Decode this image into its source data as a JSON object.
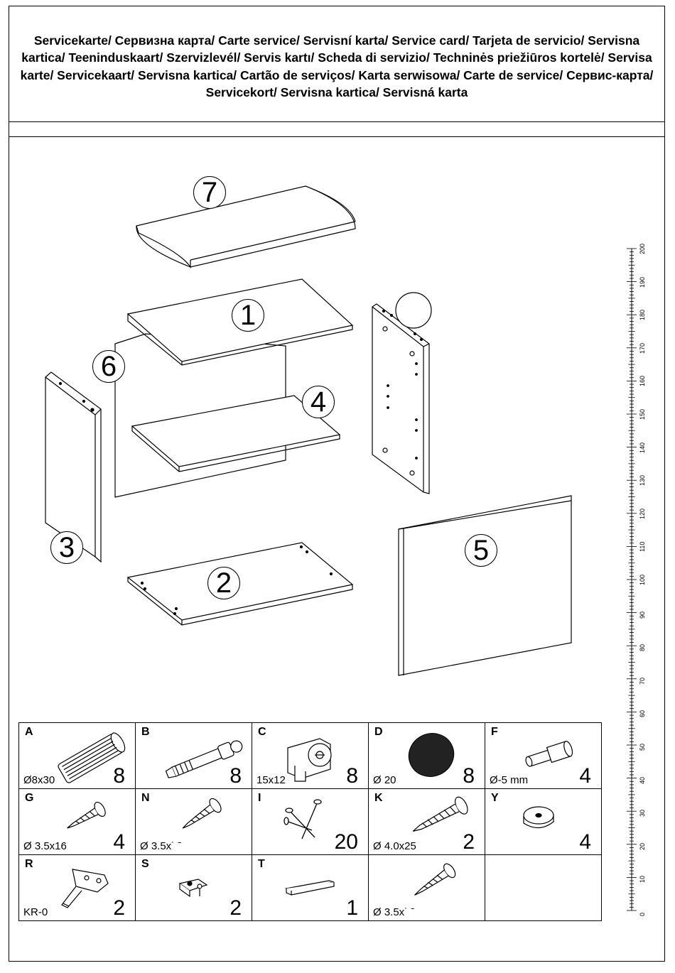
{
  "header": {
    "title": "Servicekarte/ Сервизна карта/ Carte service/ Servisní karta/ Service card/ Tarjeta de servicio/ Servisna kartica/ Teeninduskaart/ Szervizlevél/ Servis kartı/ Scheda di servizio/ Techninės priežiūros kortelė/ Servisa karte/ Servicekaart/ Servisna kartica/ Cartão de serviços/ Karta serwisowa/ Carte de service/ Сервис-карта/ Servicekort/ Servisna kartica/ Servisná karta"
  },
  "panels": {
    "p7": "7",
    "p1": "1",
    "p6": "6",
    "p4": "4",
    "p3": "3",
    "p5": "5",
    "p2": "2"
  },
  "ruler": {
    "labels": [
      "200",
      "190",
      "180",
      "170",
      "160",
      "150",
      "140",
      "130",
      "120",
      "110",
      "100",
      "90",
      "80",
      "70",
      "60",
      "50",
      "40",
      "30",
      "20",
      "10",
      "0"
    ]
  },
  "hardware": [
    {
      "letter": "A",
      "size": "Ø8x30",
      "qty": "8",
      "icon": "wooden-dowel-icon"
    },
    {
      "letter": "B",
      "size": "",
      "qty": "8",
      "icon": "connector-bolt-icon"
    },
    {
      "letter": "C",
      "size": "15x12",
      "qty": "8",
      "icon": "cam-lock-icon"
    },
    {
      "letter": "D",
      "size": "Ø 20",
      "qty": "8",
      "icon": "felt-pad-icon"
    },
    {
      "letter": "F",
      "size": "Ø-5 mm",
      "qty": "4",
      "icon": "shelf-pin-icon"
    },
    {
      "letter": "G",
      "size": "Ø 3.5x16",
      "qty": "4",
      "icon": "screw-icon"
    },
    {
      "letter": "N",
      "size": "Ø 3.5x˙ ˉ",
      "qty": "",
      "icon": "screw-icon"
    },
    {
      "letter": "I",
      "size": "",
      "qty": "20",
      "icon": "nails-icon"
    },
    {
      "letter": "K",
      "size": "Ø 4.0x25",
      "qty": "2",
      "icon": "screw-icon"
    },
    {
      "letter": "Y",
      "size": "",
      "qty": "4",
      "icon": "glide-foot-icon"
    },
    {
      "letter": "R",
      "size": "KR-0",
      "qty": "2",
      "icon": "hinge-icon"
    },
    {
      "letter": "S",
      "size": "",
      "qty": "2",
      "icon": "hinge-plate-icon"
    },
    {
      "letter": "T",
      "size": "",
      "qty": "1",
      "icon": "wooden-strip-icon"
    },
    {
      "letter": "",
      "size": "Ø 3.5x˙ ˉ",
      "qty": "",
      "icon": "screw-icon"
    },
    {
      "letter": "",
      "size": "",
      "qty": "",
      "icon": ""
    }
  ]
}
